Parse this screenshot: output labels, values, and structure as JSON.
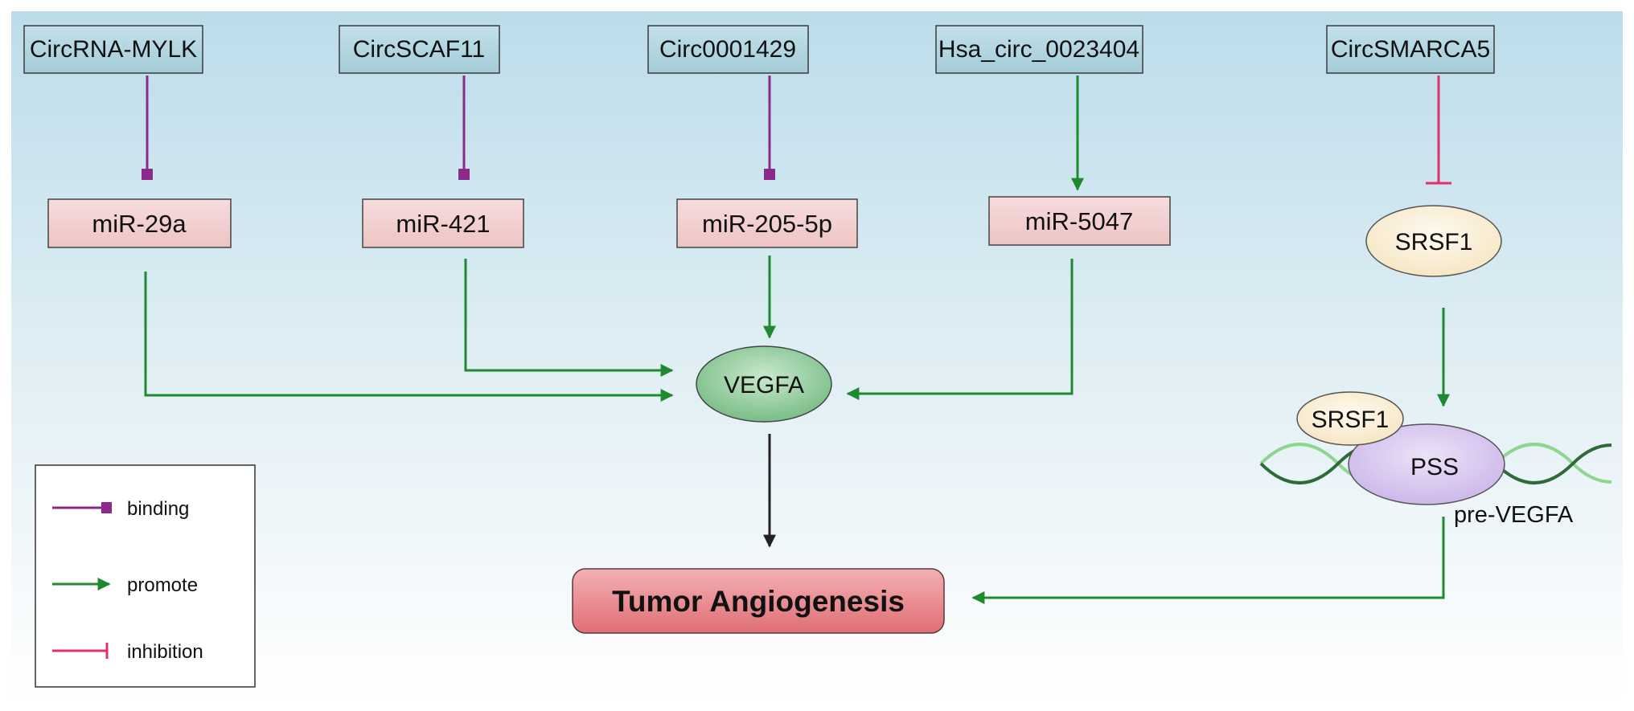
{
  "circrnas": [
    {
      "label": "CircRNA-MYLK"
    },
    {
      "label": "CircSCAF11"
    },
    {
      "label": "Circ0001429"
    },
    {
      "label": "Hsa_circ_0023404"
    },
    {
      "label": "CircSMARCA5"
    }
  ],
  "mirnas": [
    {
      "label": "miR-29a"
    },
    {
      "label": "miR-421"
    },
    {
      "label": "miR-205-5p"
    },
    {
      "label": "miR-5047"
    }
  ],
  "vegfa": {
    "label": "VEGFA"
  },
  "srsf1_top": {
    "label": "SRSF1"
  },
  "srsf1_bound": {
    "label": "SRSF1"
  },
  "pss": {
    "label": "PSS"
  },
  "pre_vegfa": {
    "label": "pre-VEGFA"
  },
  "result": {
    "label": "Tumor Angiogenesis"
  },
  "legend": {
    "items": [
      {
        "label": "binding",
        "color": "#8b2a8b"
      },
      {
        "label": "promote",
        "color": "#1e8a2e"
      },
      {
        "label": "inhibition",
        "color": "#e0316a"
      }
    ]
  },
  "colors": {
    "background_top": "#bcdcea",
    "background_bottom": "#ffffff",
    "circ_box": "#a8d0dc",
    "mir_box": "#f2cfcf",
    "vegfa_oval": "#8fcc9a",
    "srsf1_oval": "#fbf0d8",
    "pss_oval": "#dccbf0",
    "result_box": "#e9848a",
    "binding": "#8b2a8b",
    "promote": "#1e8a2e",
    "inhibition": "#e0316a",
    "neutral_arrow": "#222222"
  }
}
